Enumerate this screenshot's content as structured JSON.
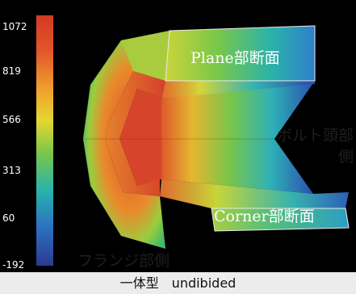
{
  "colorbar": {
    "ticks": [
      "1072",
      "819",
      "566",
      "313",
      "60",
      "-192"
    ],
    "colors": [
      "#d23a25",
      "#e9732a",
      "#f1c12b",
      "#79c74a",
      "#27b3ad",
      "#2d6fc2",
      "#2a3b8e"
    ]
  },
  "labels": {
    "plane": "Plane部断面",
    "corner": "Corner部断面",
    "bolt": "ボルト頭部側",
    "flange": "フランジ部側"
  },
  "caption": "一体型　undibided",
  "colors": {
    "background": "#000000",
    "hot": "#d23a25",
    "cool": "#2a3b8e"
  }
}
